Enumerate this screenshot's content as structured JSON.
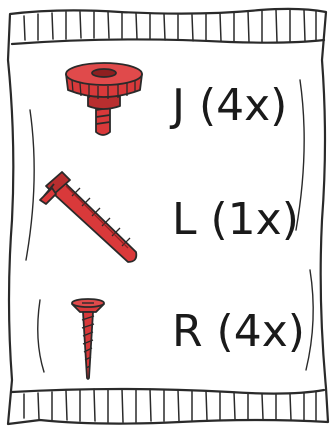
{
  "parts": [
    {
      "label": "J (4x)",
      "icon": "cap-screw-icon"
    },
    {
      "label": "L (1x)",
      "icon": "wall-plug-icon"
    },
    {
      "label": "R (4x)",
      "icon": "wood-screw-icon"
    }
  ],
  "colors": {
    "part_fill": "#d9393a",
    "part_dark": "#8e1f20",
    "outline": "#2a2a2a"
  }
}
